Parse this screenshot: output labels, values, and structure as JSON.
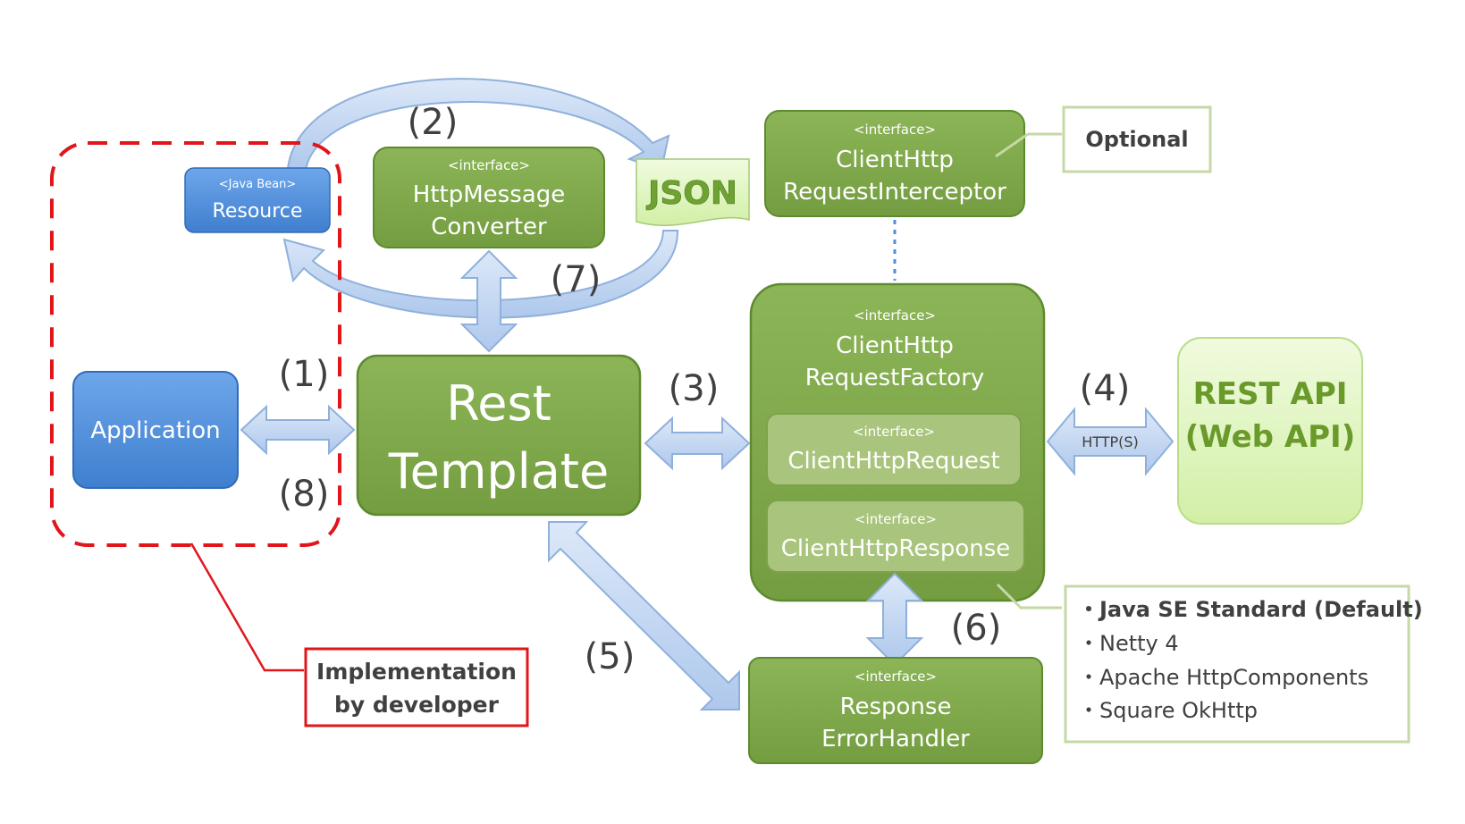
{
  "colors": {
    "green_fill": "#7fa84a",
    "green_stroke": "#5e8a2e",
    "green_light": "#a9c47c",
    "blue_fill": "#4f8ed8",
    "blue_stroke": "#2f6cb8",
    "arrow_fill": "#c8daf4",
    "arrow_stroke": "#8fb0dc",
    "rest_api_fill": "#e1f5c2",
    "red_dash": "#e0161b",
    "note_stroke": "#c5d9a6"
  },
  "nodes": {
    "resource": {
      "stereotype": "<Java Bean>",
      "title": "Resource"
    },
    "http_message_converter": {
      "stereotype": "<interface>",
      "line1": "HttpMessage",
      "line2": "Converter"
    },
    "json_doc": {
      "label": "JSON"
    },
    "interceptor": {
      "stereotype": "<interface>",
      "line1": "ClientHttp",
      "line2": "RequestInterceptor"
    },
    "optional_note": {
      "label": "Optional"
    },
    "application": {
      "label": "Application"
    },
    "rest_template": {
      "line1": "Rest",
      "line2": "Template"
    },
    "request_factory": {
      "stereotype": "<interface>",
      "line1": "ClientHttp",
      "line2": "RequestFactory"
    },
    "client_request": {
      "stereotype": "<interface>",
      "title": "ClientHttpRequest"
    },
    "client_response": {
      "stereotype": "<interface>",
      "title": "ClientHttpResponse"
    },
    "rest_api": {
      "line1": "REST API",
      "line2": "(Web API)"
    },
    "error_handler": {
      "stereotype": "<interface>",
      "line1": "Response",
      "line2": "ErrorHandler"
    },
    "impl_note": {
      "line1": "Implementation",
      "line2": "by developer"
    },
    "impl_list": {
      "items": [
        "・Java SE Standard (Default)",
        "・Netty 4",
        "・Apache HttpComponents",
        "・Square OkHttp"
      ]
    }
  },
  "steps": {
    "s1": "(1)",
    "s2": "(2)",
    "s3": "(3)",
    "s4": "(4)",
    "s5": "(5)",
    "s6": "(6)",
    "s7": "(7)",
    "s8": "(8)"
  },
  "http_label": "HTTP(S)"
}
